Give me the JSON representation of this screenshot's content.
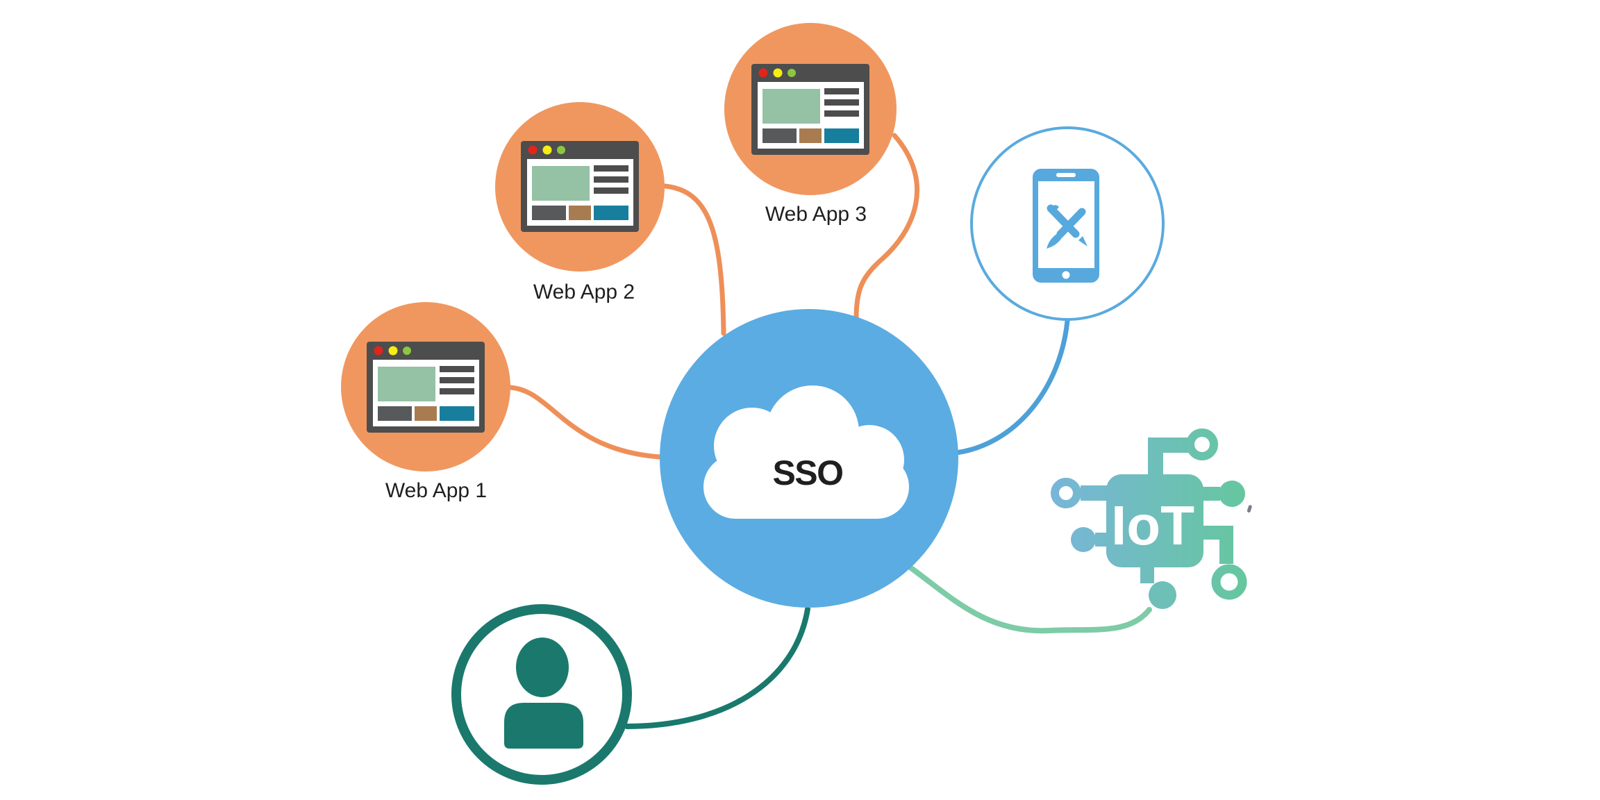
{
  "diagram": {
    "center": {
      "label": "SSO",
      "icon": "cloud-icon"
    },
    "nodes": {
      "web_app_1": {
        "label": "Web App 1",
        "icon": "browser-window-icon"
      },
      "web_app_2": {
        "label": "Web App 2",
        "icon": "browser-window-icon"
      },
      "web_app_3": {
        "label": "Web App 3",
        "icon": "browser-window-icon"
      },
      "mobile": {
        "label": "",
        "icon": "smartphone-design-tools-icon"
      },
      "iot": {
        "label": "IoT",
        "icon": "circuit-chip-icon"
      },
      "user": {
        "label": "",
        "icon": "person-icon"
      }
    },
    "colors": {
      "app_circle_orange": "#F0975F",
      "sso_blue": "#5BACE2",
      "mobile_blue": "#57A9DD",
      "mobile_ring_blue": "#5AAADF",
      "connector_orange": "#EE8F58",
      "connector_blue": "#4DA0D8",
      "connector_teal": "#7ECBA7",
      "connector_dark_teal": "#18796C",
      "user_teal": "#1A796C",
      "iot_gradient_start": "#78B5DA",
      "iot_gradient_end": "#65C79D",
      "browser_frame_gray": "#4D4D4D",
      "browser_green": "#95C1A5",
      "browser_brown": "#A87C50",
      "browser_teal_box": "#177F9D",
      "dot_red": "#E1251B",
      "dot_yellow": "#F7EC13",
      "dot_green": "#8DC63F",
      "label_text": "#1F1F1F",
      "cloud_white": "#FFFFFF"
    }
  }
}
